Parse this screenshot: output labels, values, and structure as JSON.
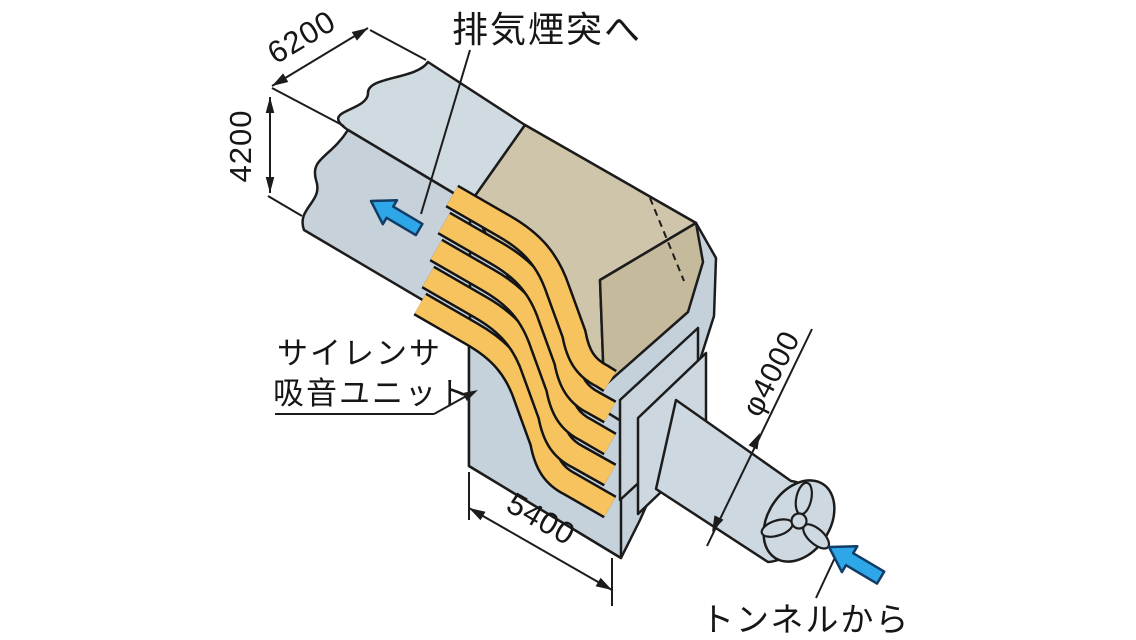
{
  "diagram": {
    "type": "isometric-technical-illustration",
    "subject": "tunnel-ventilation-silencer-unit",
    "labels": {
      "exhaust_direction": "排気煙突へ",
      "silencer_line1": "サイレンサ",
      "silencer_line2": "吸音ユニット",
      "tunnel_direction": "トンネルから"
    },
    "dimensions": {
      "duct_length": "6200",
      "duct_height": "4200",
      "silencer_width": "5400",
      "fan_diameter": "φ4000"
    },
    "colors": {
      "background": "#ffffff",
      "duct_top": "#d0dae1",
      "duct_front": "#c6d1da",
      "box_base": "#c5d1da",
      "top_panel": "#cfc5aa",
      "top_panel_slope": "#c6ba9c",
      "baffle_orange": "#f7c35f",
      "flow_arrow_fill": "#2ea7e8",
      "flow_arrow_outline": "#123c66",
      "line": "#1c1c1c"
    },
    "icons": [
      "flow-arrow-icon",
      "propeller-fan-icon"
    ]
  }
}
